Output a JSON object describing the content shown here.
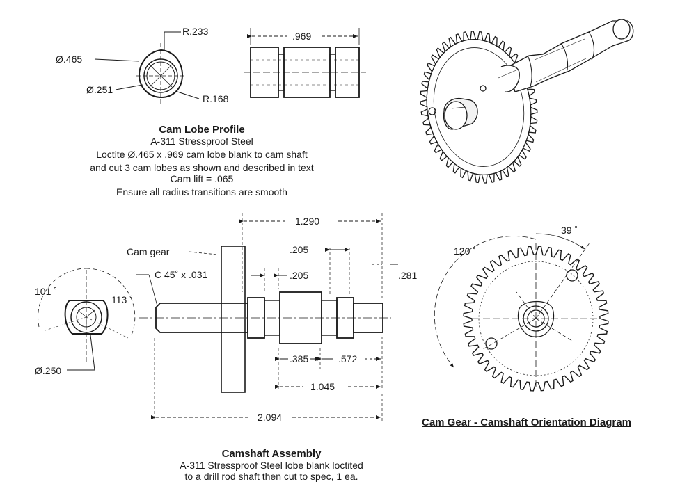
{
  "lobe_profile": {
    "dims": {
      "dia_outer": "Ø.465",
      "dia_inner": "Ø.251",
      "r_top": "R.233",
      "r_side": "R.168",
      "width": ".969"
    },
    "title": "Cam Lobe Profile",
    "notes": [
      "A-311 Stressproof Steel",
      "Loctite Ø.465 x .969 cam lobe blank to cam shaft",
      "and cut 3 cam lobes as shown and described in text",
      "Cam lift = .065",
      "Ensure all radius transitions are smooth"
    ]
  },
  "assembly": {
    "angles": {
      "a1": "101 ˚",
      "a2": "113 ˚"
    },
    "end_dia": "Ø.250",
    "labels": {
      "cam_gear": "Cam gear",
      "chamfer": "C 45˚ x .031"
    },
    "dims": {
      "d1290": "1.290",
      "d205a": ".205",
      "d205b": ".205",
      "d281": ".281",
      "d385": ".385",
      "d572": ".572",
      "d1045": "1.045",
      "d2094": "2.094"
    },
    "title": "Camshaft Assembly",
    "notes": [
      "A-311 Stressproof Steel lobe blank loctited",
      "to a drill rod shaft then cut to spec, 1 ea."
    ]
  },
  "orientation": {
    "angles": {
      "a39": "39 ˚",
      "a120": "120 ˚"
    },
    "title": "Cam Gear - Camshaft Orientation Diagram"
  },
  "colors": {
    "ink": "#1a1a1a",
    "paper": "#ffffff"
  }
}
